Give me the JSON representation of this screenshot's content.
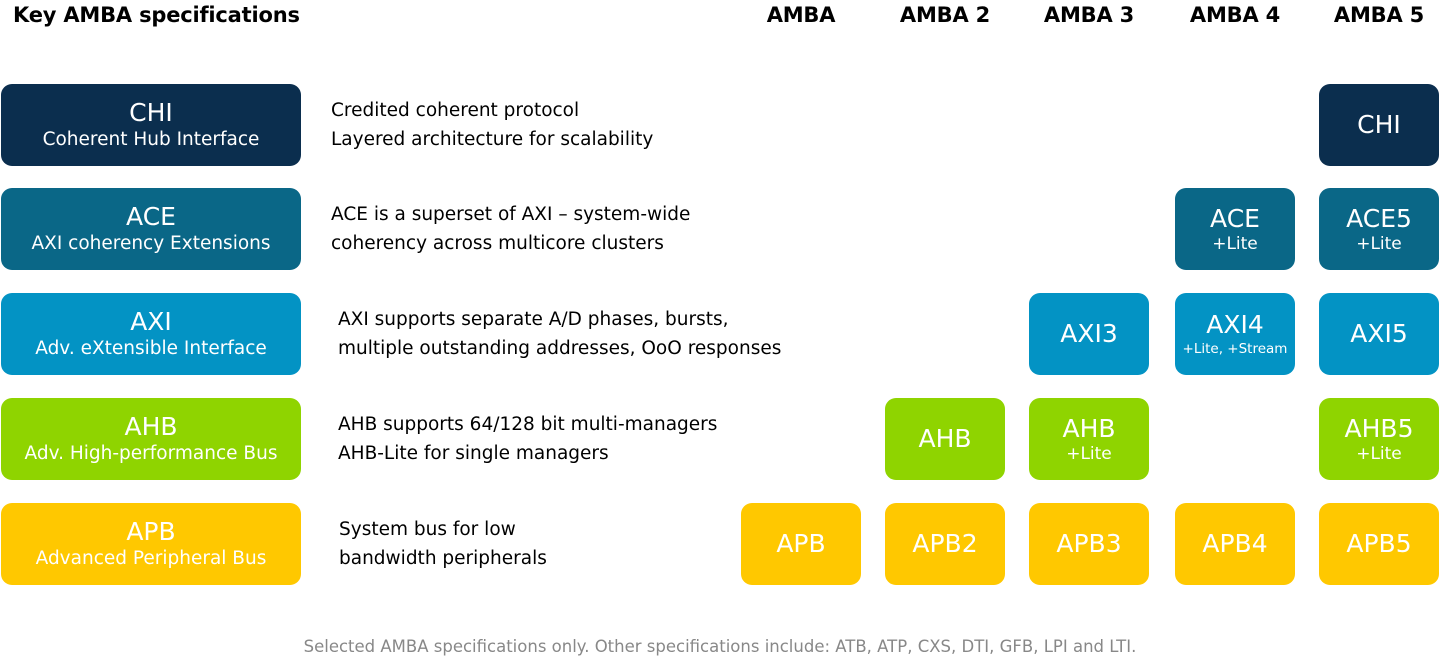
{
  "title": "Key AMBA specifications",
  "columns": [
    "AMBA",
    "AMBA 2",
    "AMBA 3",
    "AMBA 4",
    "AMBA 5"
  ],
  "colors": {
    "chi": "#0b2e4e",
    "ace": "#0a6787",
    "axi": "#0393c4",
    "ahb": "#8fd400",
    "apb": "#ffc800",
    "text_light": "#ffffff",
    "footnote": "#888888"
  },
  "rows": [
    {
      "abbr": "CHI",
      "name": "Coherent Hub Interface",
      "description": [
        "Credited coherent protocol",
        "Layered architecture for scalability"
      ],
      "versions": [
        null,
        null,
        null,
        null,
        {
          "label": "CHI",
          "sub": ""
        }
      ]
    },
    {
      "abbr": "ACE",
      "name": "AXI coherency Extensions",
      "description": [
        "ACE is a superset of AXI – system-wide",
        "coherency across multicore clusters"
      ],
      "versions": [
        null,
        null,
        null,
        {
          "label": "ACE",
          "sub": "+Lite"
        },
        {
          "label": "ACE5",
          "sub": "+Lite"
        }
      ]
    },
    {
      "abbr": "AXI",
      "name": "Adv. eXtensible Interface",
      "description": [
        "AXI supports separate A/D phases, bursts,",
        "multiple outstanding addresses, OoO responses"
      ],
      "versions": [
        null,
        null,
        {
          "label": "AXI3",
          "sub": ""
        },
        {
          "label": "AXI4",
          "sub": "+Lite, +Stream"
        },
        {
          "label": "AXI5",
          "sub": ""
        }
      ]
    },
    {
      "abbr": "AHB",
      "name": "Adv. High-performance Bus",
      "description": [
        "AHB supports 64/128 bit multi-managers",
        "AHB-Lite for single managers"
      ],
      "versions": [
        null,
        {
          "label": "AHB",
          "sub": ""
        },
        {
          "label": "AHB",
          "sub": "+Lite"
        },
        null,
        {
          "label": "AHB5",
          "sub": "+Lite"
        }
      ]
    },
    {
      "abbr": "APB",
      "name": "Advanced Peripheral Bus",
      "description": [
        "System bus for low",
        "bandwidth peripherals"
      ],
      "versions": [
        {
          "label": "APB",
          "sub": ""
        },
        {
          "label": "APB2",
          "sub": ""
        },
        {
          "label": "APB3",
          "sub": ""
        },
        {
          "label": "APB4",
          "sub": ""
        },
        {
          "label": "APB5",
          "sub": ""
        }
      ]
    }
  ],
  "footnote": "Selected AMBA specifications only. Other specifications include: ATB, ATP, CXS, DTI, GFB, LPI and LTI."
}
